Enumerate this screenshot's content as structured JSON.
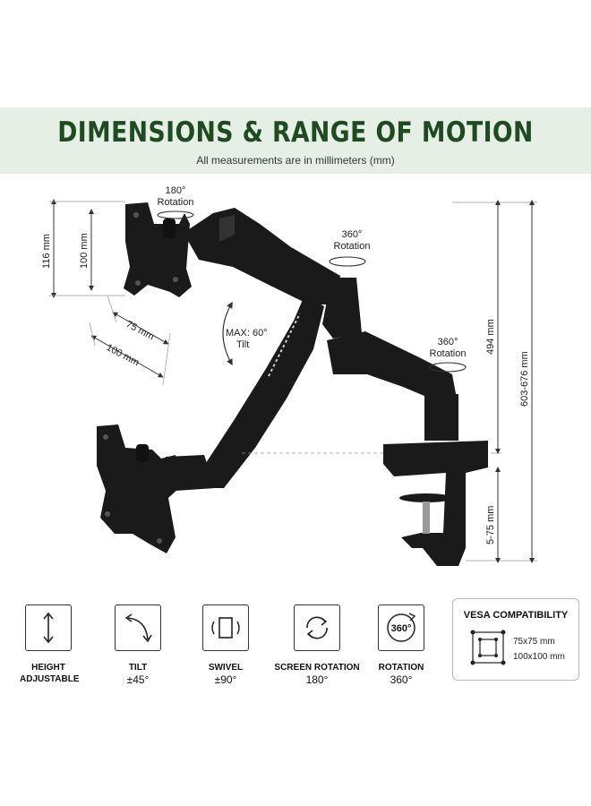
{
  "header": {
    "title": "DIMENSIONS & RANGE OF MOTION",
    "subtitle": "All measurements are in millimeters (mm)"
  },
  "diagram": {
    "rotation_top_left": {
      "deg": "180°",
      "text": "Rotation"
    },
    "rotation_mid": {
      "deg": "360°",
      "text": "Rotation"
    },
    "rotation_right": {
      "deg": "360°",
      "text": "Rotation"
    },
    "tilt": {
      "line1": "MAX: 60°",
      "line2": "Tilt"
    },
    "dim_116": "116 mm",
    "dim_100_vertical": "100 mm",
    "dim_75": "75 mm",
    "dim_100_horizontal": "100 mm",
    "dim_494": "494 mm",
    "dim_603_676": "603-676 mm",
    "dim_5_75": "5-75 mm"
  },
  "features": [
    {
      "line1": "HEIGHT",
      "line2": "ADJUSTABLE",
      "icon": "vertical-arrows-icon"
    },
    {
      "line1": "TILT",
      "line2": "±45°",
      "icon": "curved-arrow-icon"
    },
    {
      "line1": "SWIVEL",
      "line2": "±90°",
      "icon": "swivel-icon"
    },
    {
      "line1": "SCREEN ROTATION",
      "line2": "180°",
      "icon": "rotation-icon"
    },
    {
      "line1": "ROTATION",
      "line2": "360°",
      "icon": "rotation-360-icon",
      "badge": "360°"
    }
  ],
  "vesa": {
    "title": "VESA COMPATIBILITY",
    "sizes": [
      "75x75 mm",
      "100x100 mm"
    ]
  },
  "colors": {
    "accent": "#1f4a22",
    "header_bg": "#e6efe6",
    "product": "#1a1a1a"
  }
}
